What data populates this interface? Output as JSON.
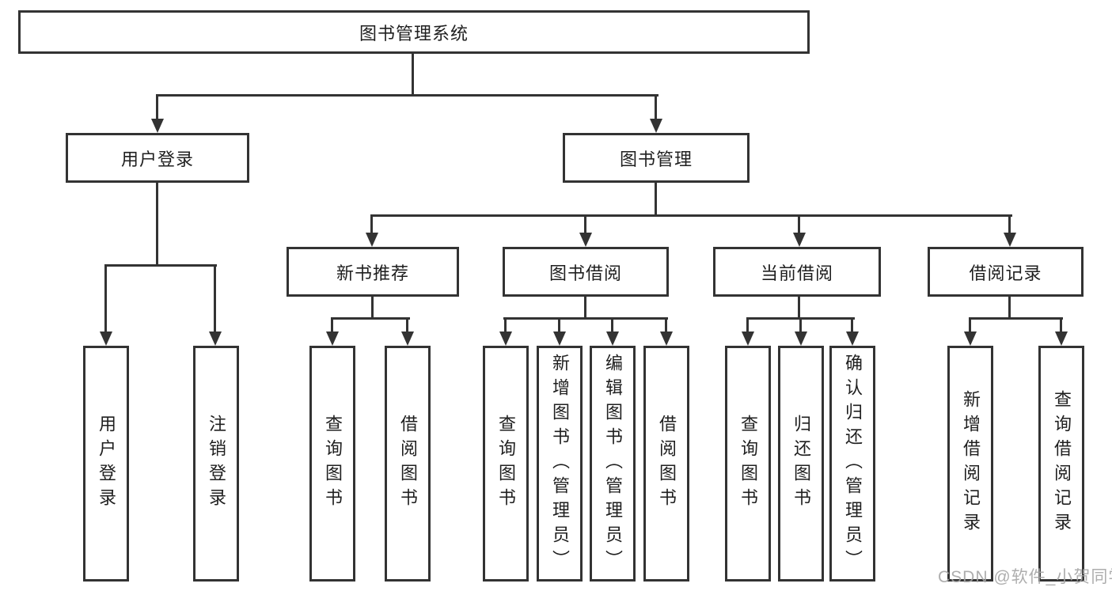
{
  "diagram_title": "图书管理系统",
  "tree": {
    "label": "图书管理系统",
    "children": [
      {
        "label": "用户登录",
        "children": [
          {
            "label": "用户登录"
          },
          {
            "label": "注销登录"
          }
        ]
      },
      {
        "label": "图书管理",
        "children": [
          {
            "label": "新书推荐",
            "children": [
              {
                "label": "查询图书"
              },
              {
                "label": "借阅图书"
              }
            ]
          },
          {
            "label": "图书借阅",
            "children": [
              {
                "label": "查询图书"
              },
              {
                "label": "新增图书（管理员）"
              },
              {
                "label": "编辑图书（管理员）"
              },
              {
                "label": "借阅图书"
              }
            ]
          },
          {
            "label": "当前借阅",
            "children": [
              {
                "label": "查询图书"
              },
              {
                "label": "归还图书"
              },
              {
                "label": "确认归还（管理员）"
              }
            ]
          },
          {
            "label": "借阅记录",
            "children": [
              {
                "label": "新增借阅记录"
              },
              {
                "label": "查询借阅记录"
              }
            ]
          }
        ]
      }
    ]
  },
  "watermark": {
    "text": "CSDN @软件_小贺同学"
  },
  "colors": {
    "line": "#333333",
    "text": "#1f1f1f",
    "background": "#ffffff",
    "watermark": "#a5a5a5"
  }
}
